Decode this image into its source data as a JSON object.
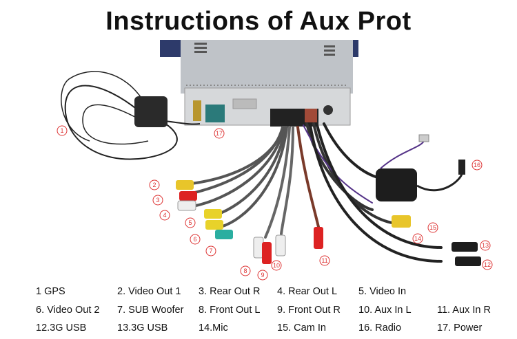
{
  "title": "Instructions of Aux Prot",
  "callouts": [
    "1",
    "2",
    "3",
    "4",
    "5",
    "6",
    "7",
    "8",
    "9",
    "10",
    "11",
    "12",
    "13",
    "14",
    "15",
    "16",
    "17"
  ],
  "legend": [
    [
      "1  GPS",
      "2. Video Out 1",
      "3. Rear Out R",
      "4. Rear Out L",
      "5.  Video  In"
    ],
    [
      "6.  Video Out 2",
      "7. SUB Woofer",
      "8. Front Out L",
      "9. Front Out R",
      "10. Aux In L",
      "11. Aux In R"
    ],
    [
      "12.3G USB",
      "13.3G USB",
      "14.Mic",
      "15. Cam In",
      "16. Radio",
      "17. Power"
    ]
  ]
}
